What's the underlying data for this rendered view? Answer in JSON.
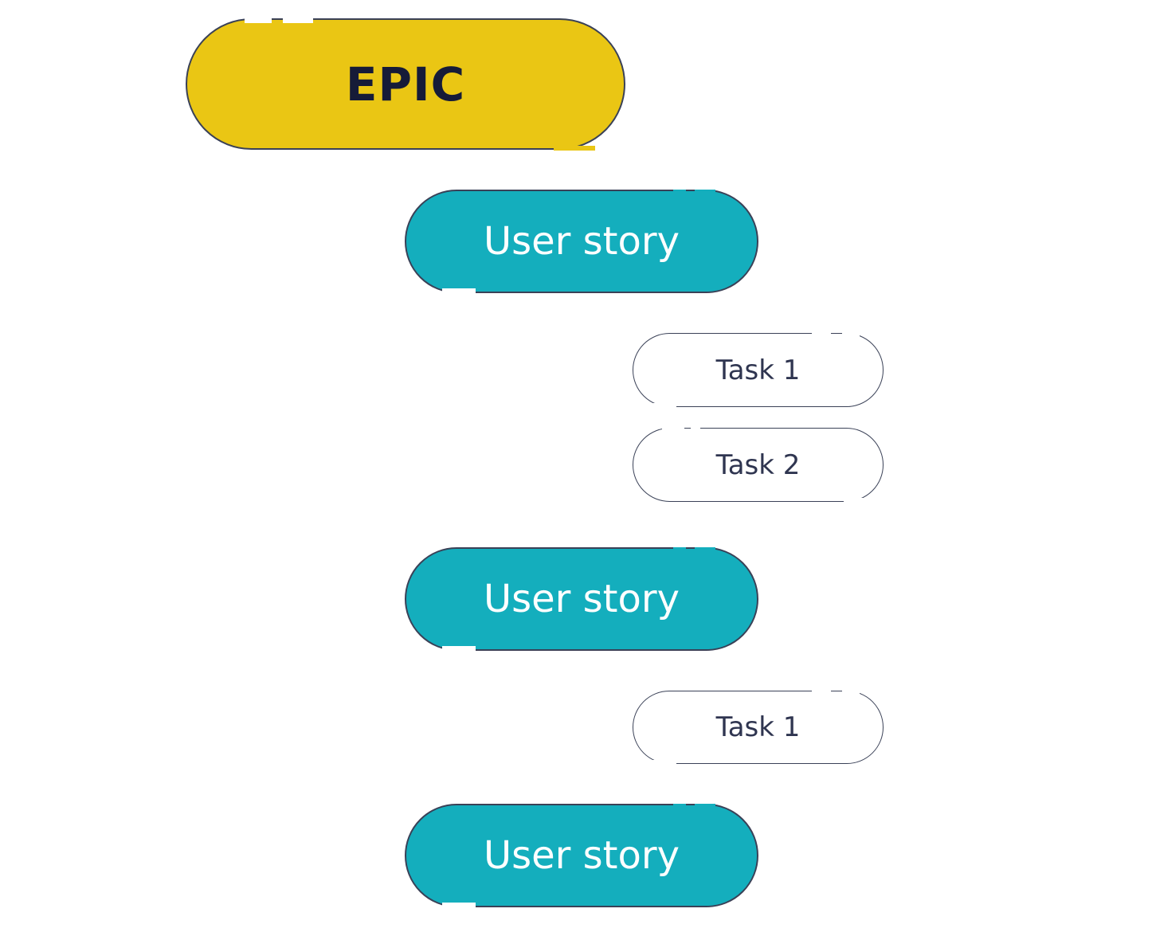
{
  "diagram": {
    "type": "agile-work-hierarchy",
    "nodes": [
      {
        "label": "EPIC",
        "type": "epic",
        "level": 1
      },
      {
        "label": "User story",
        "type": "user-story",
        "level": 2
      },
      {
        "label": "Task 1",
        "type": "task",
        "level": 3
      },
      {
        "label": "Task 2",
        "type": "task",
        "level": 3
      },
      {
        "label": "User story",
        "type": "user-story",
        "level": 2
      },
      {
        "label": "Task 1",
        "type": "task",
        "level": 3
      },
      {
        "label": "User story",
        "type": "user-story",
        "level": 2
      }
    ],
    "colors": {
      "epic_fill": "#EAC614",
      "epic_text": "#161B38",
      "story_fill": "#14AEBD",
      "story_text": "#FFFFFF",
      "task_fill": "#FFFFFF",
      "task_text": "#2F3550",
      "outline": "#3A4157",
      "background": "#FFFFFF"
    }
  }
}
